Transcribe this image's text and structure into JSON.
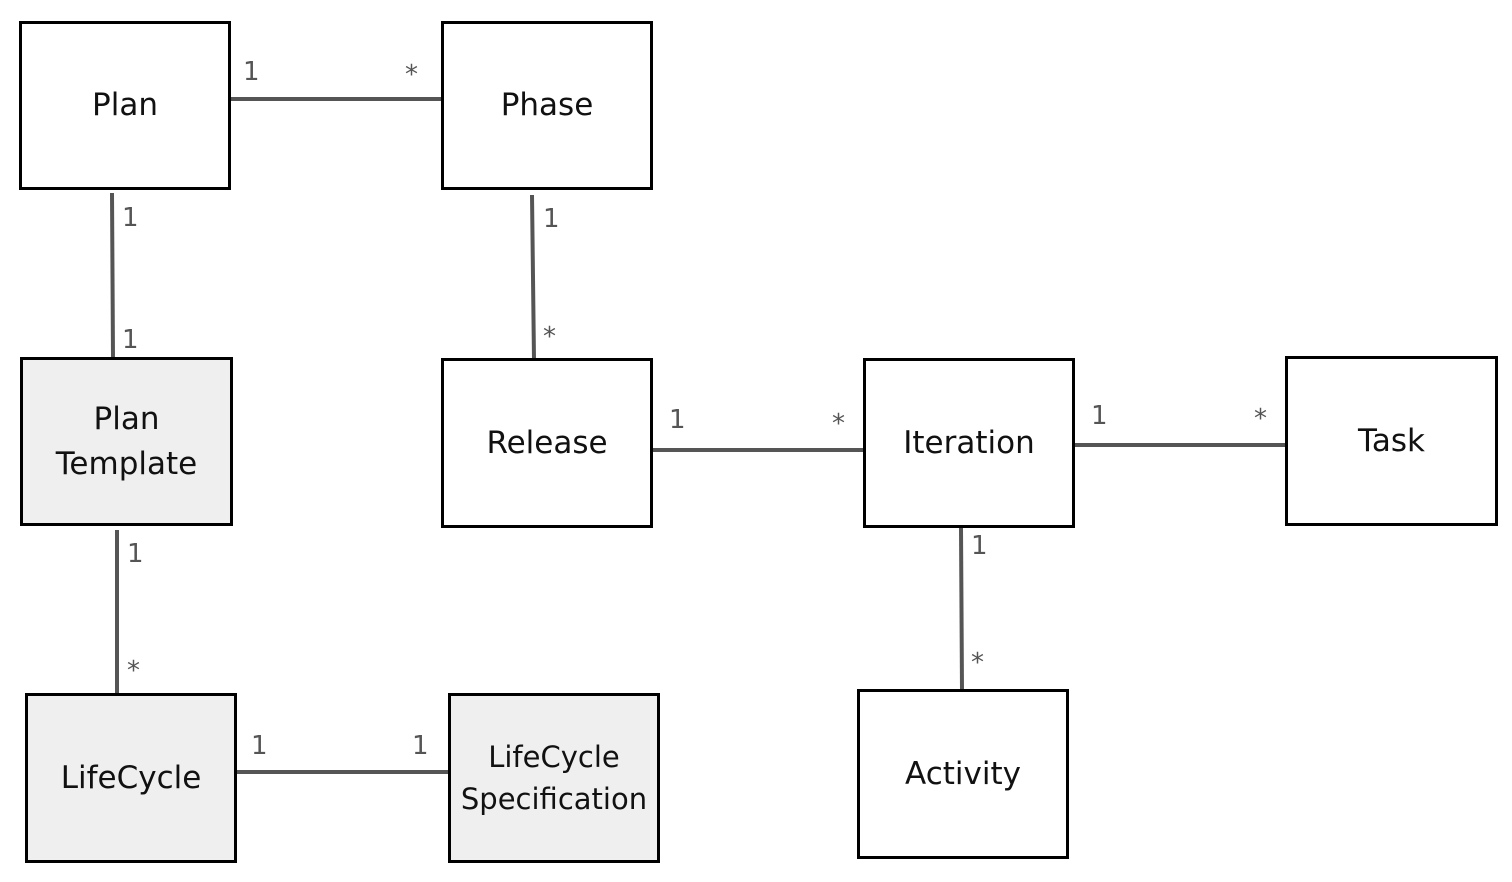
{
  "diagram": {
    "line_color": "#555555",
    "shaded_fill": "#efefef",
    "classes": {
      "plan": "Plan",
      "phase": "Phase",
      "plan_template": "Plan\nTemplate",
      "release": "Release",
      "iteration": "Iteration",
      "task": "Task",
      "lifecycle": "LifeCycle",
      "lifecycle_specification": "LifeCycle\nSpecification",
      "activity": "Activity"
    },
    "associations": {
      "plan_phase": {
        "from": "1",
        "to": "*"
      },
      "plan_plan_template": {
        "from": "1",
        "to": "1"
      },
      "phase_release": {
        "from": "1",
        "to": "*"
      },
      "plan_template_lifecycle": {
        "from": "1",
        "to": "*"
      },
      "release_iteration": {
        "from": "1",
        "to": "*"
      },
      "iteration_task": {
        "from": "1",
        "to": "*"
      },
      "iteration_activity": {
        "from": "1",
        "to": "*"
      },
      "lifecycle_lifecycle_specification": {
        "from": "1",
        "to": "1"
      }
    }
  }
}
